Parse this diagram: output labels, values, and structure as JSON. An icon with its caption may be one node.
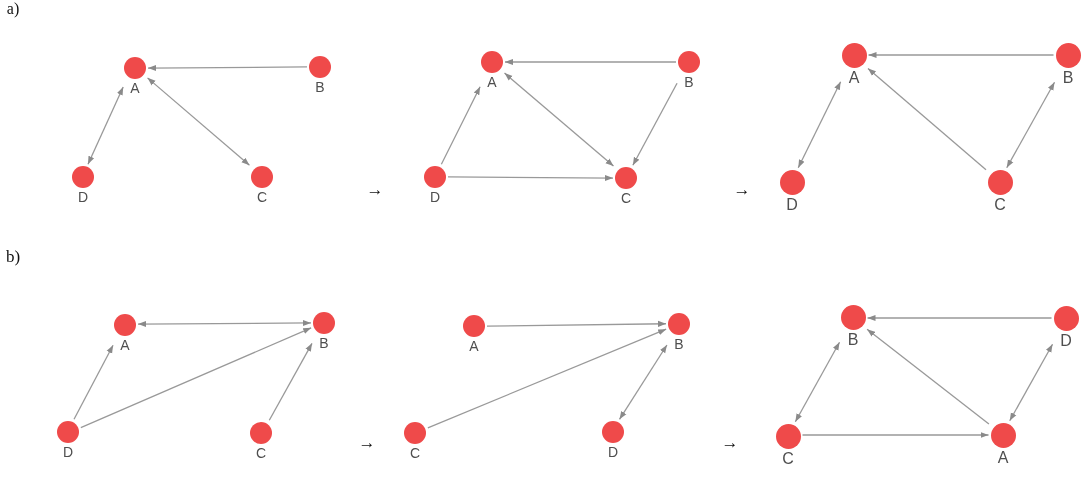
{
  "diagram": {
    "nodes": [
      {
        "text": [
          "A"
        ]
      },
      {
        "text": [
          "B"
        ]
      },
      {
        "text": [
          "D"
        ]
      },
      {
        "text": [
          "C"
        ]
      },
      {
        "text": [
          "A"
        ]
      },
      {
        "text": [
          "B"
        ]
      },
      {
        "text": [
          "D"
        ]
      },
      {
        "text": [
          "C"
        ]
      },
      {
        "text": [
          "A"
        ]
      },
      {
        "text": [
          "B"
        ]
      },
      {
        "text": [
          "D"
        ]
      },
      {
        "text": [
          "C"
        ]
      },
      {
        "text": [
          "A"
        ]
      },
      {
        "text": [
          "B"
        ]
      },
      {
        "text": [
          "D"
        ]
      },
      {
        "text": [
          "C"
        ]
      },
      {
        "text": [
          "A"
        ]
      },
      {
        "text": [
          "B"
        ]
      },
      {
        "text": [
          "C"
        ]
      },
      {
        "text": [
          "D"
        ]
      },
      {
        "text": [
          "B"
        ]
      },
      {
        "text": [
          "D"
        ]
      },
      {
        "text": [
          "C"
        ]
      },
      {
        "text": [
          "A"
        ]
      }
    ],
    "edges": [
      {
        "from": 1,
        "to": 0,
        "arrow": "to"
      },
      {
        "from": 0,
        "to": 2,
        "arrow": "both"
      },
      {
        "from": 0,
        "to": 3,
        "arrow": "both"
      },
      {
        "from": 5,
        "to": 4,
        "arrow": "to"
      },
      {
        "from": 6,
        "to": 4,
        "arrow": "to"
      },
      {
        "from": 4,
        "to": 7,
        "arrow": "both"
      },
      {
        "from": 5,
        "to": 7,
        "arrow": "to"
      },
      {
        "from": 6,
        "to": 7,
        "arrow": "to"
      },
      {
        "from": 9,
        "to": 8,
        "arrow": "to"
      },
      {
        "from": 8,
        "to": 10,
        "arrow": "both"
      },
      {
        "from": 11,
        "to": 8,
        "arrow": "to"
      },
      {
        "from": 9,
        "to": 11,
        "arrow": "both"
      },
      {
        "from": 12,
        "to": 13,
        "arrow": "both"
      },
      {
        "from": 14,
        "to": 12,
        "arrow": "to"
      },
      {
        "from": 14,
        "to": 13,
        "arrow": "to"
      },
      {
        "from": 15,
        "to": 13,
        "arrow": "to"
      },
      {
        "from": 16,
        "to": 17,
        "arrow": "to"
      },
      {
        "from": 18,
        "to": 17,
        "arrow": "to"
      },
      {
        "from": 17,
        "to": 19,
        "arrow": "both"
      },
      {
        "from": 21,
        "to": 20,
        "arrow": "to"
      },
      {
        "from": 20,
        "to": 22,
        "arrow": "both"
      },
      {
        "from": 23,
        "to": 20,
        "arrow": "to"
      },
      {
        "from": 21,
        "to": 23,
        "arrow": "both"
      },
      {
        "from": 22,
        "to": 23,
        "arrow": "to"
      }
    ],
    "labels": [
      "a)",
      "→",
      "→",
      "b)",
      "→",
      "→"
    ]
  }
}
